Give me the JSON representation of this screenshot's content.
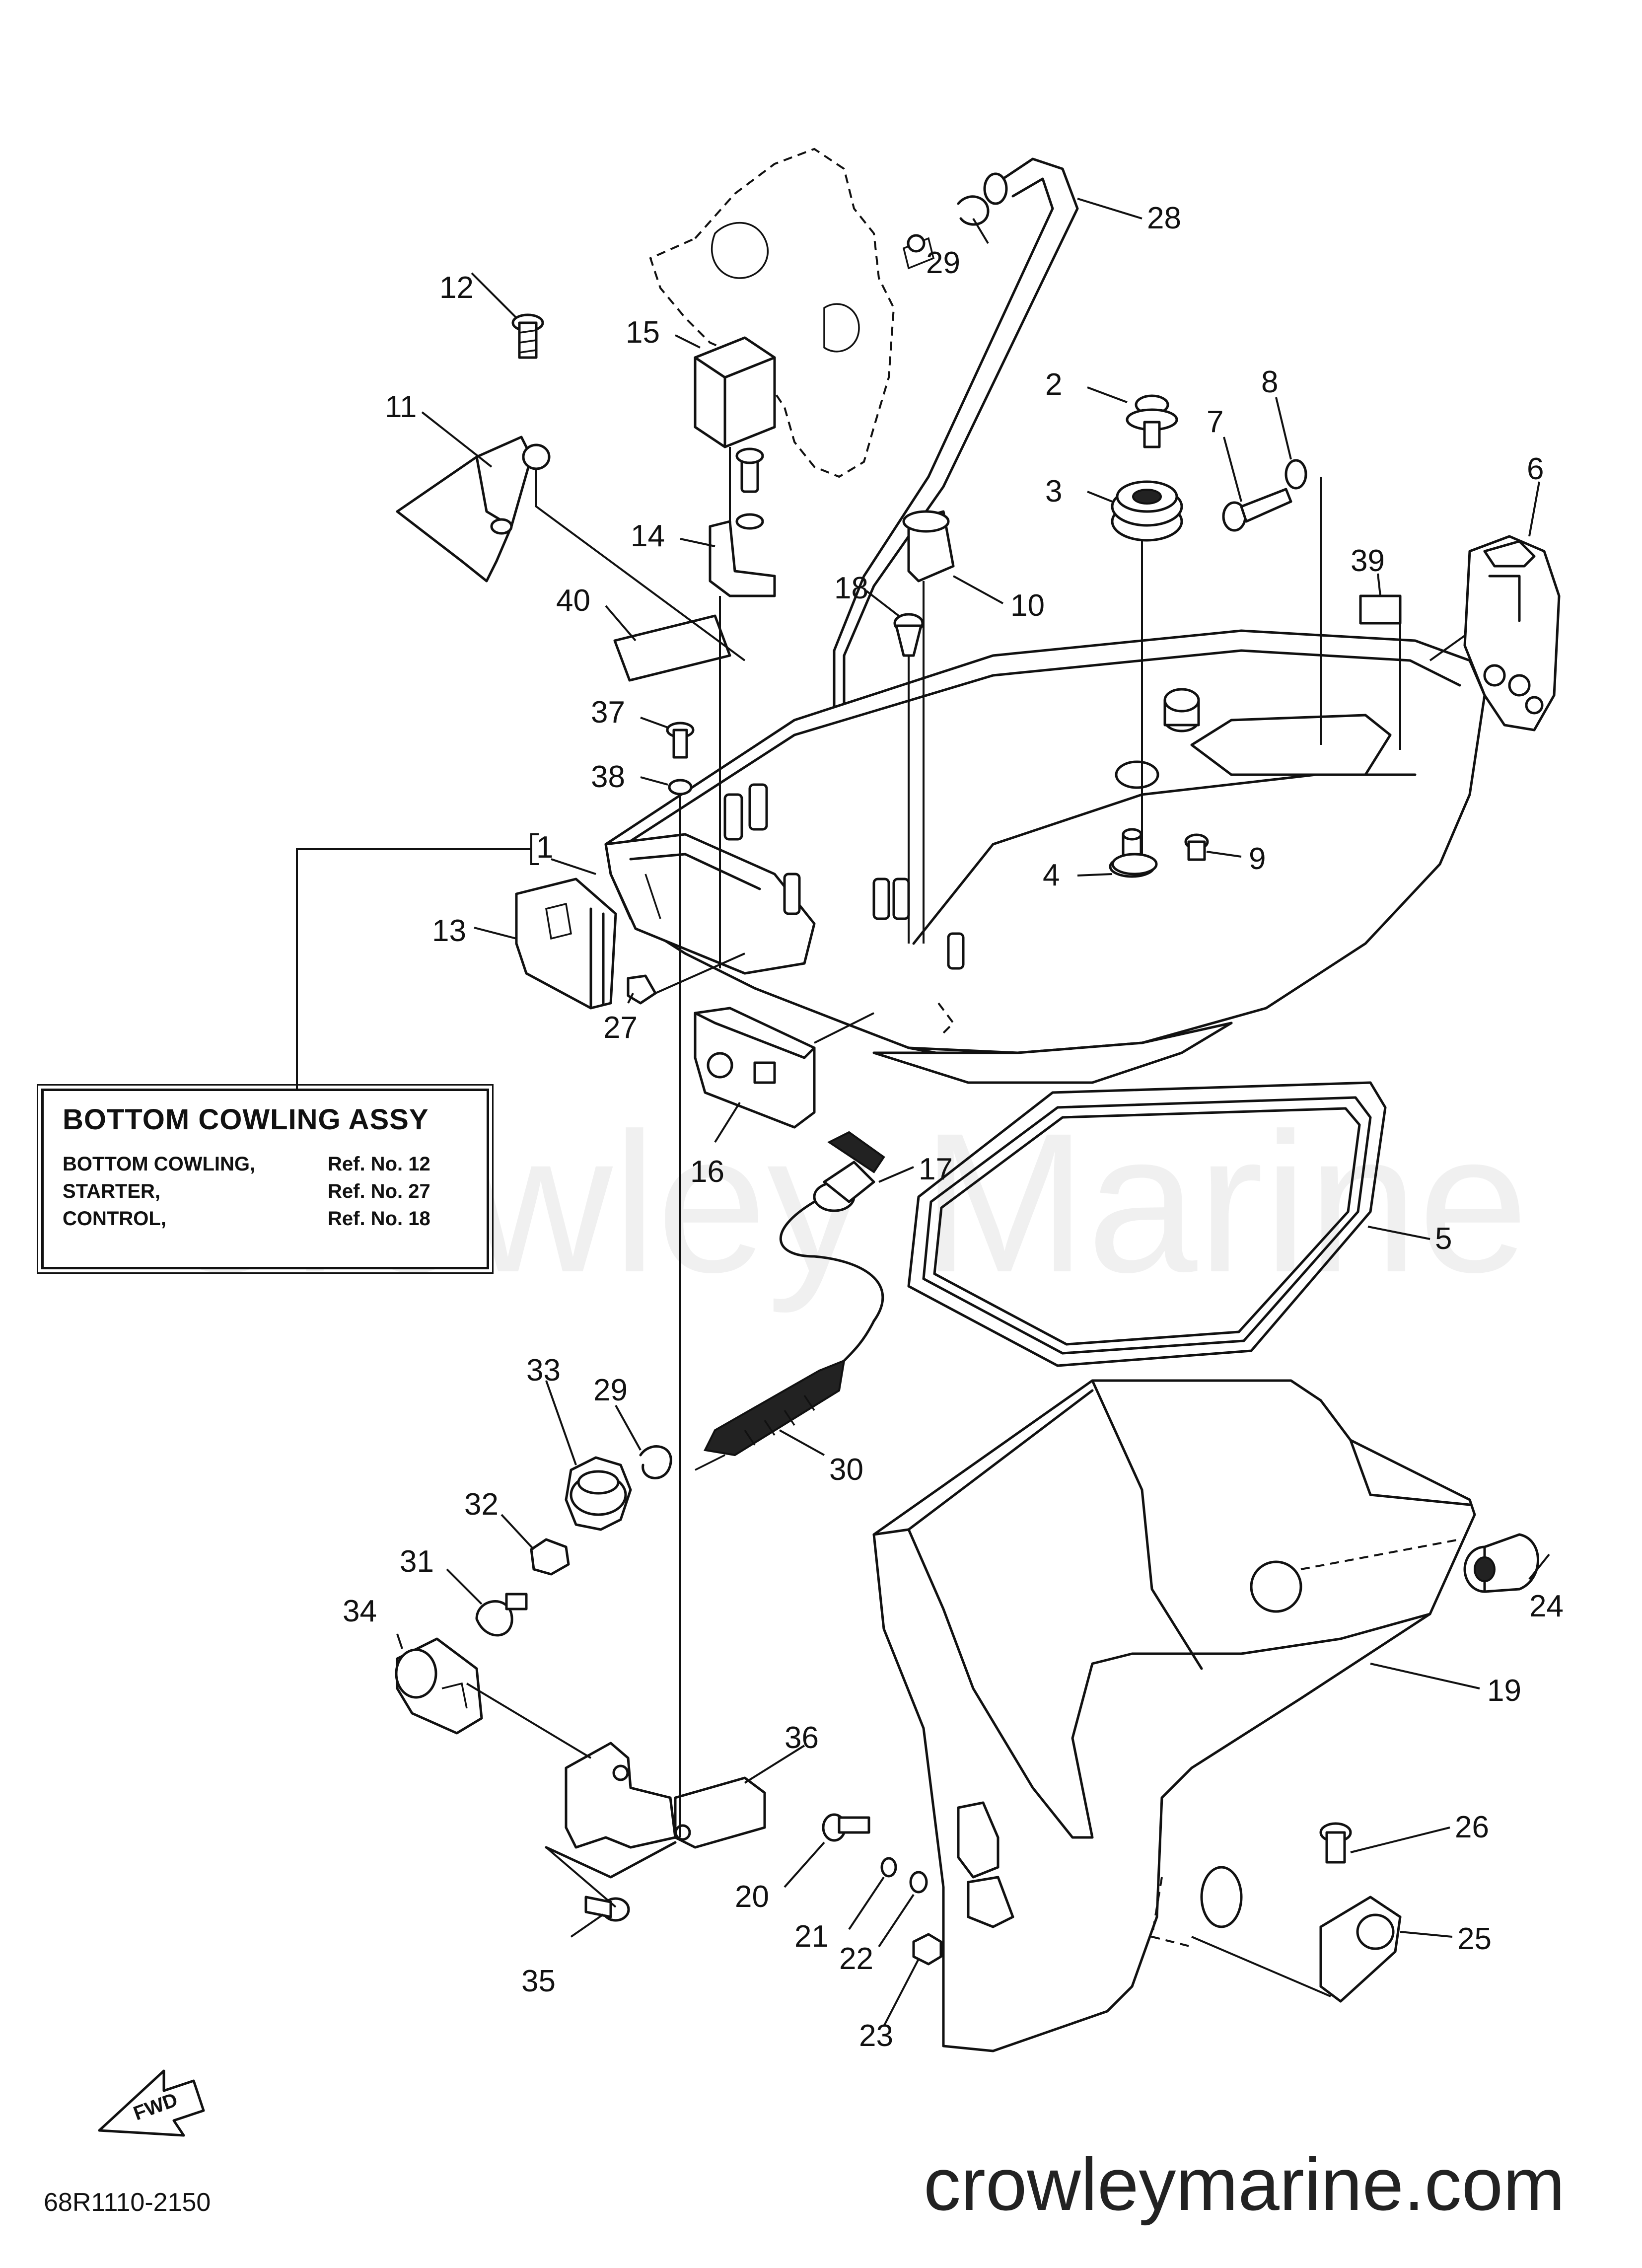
{
  "watermark": "Crowley Marine",
  "site_url": "crowleymarine.com",
  "diagram_code": "68R1110-2150",
  "fwd_label": "FWD",
  "assy_box": {
    "title": "BOTTOM COWLING ASSY",
    "rows": [
      {
        "name": "BOTTOM COWLING,",
        "ref": "Ref. No. 12"
      },
      {
        "name": "STARTER,",
        "ref": "Ref. No. 27"
      },
      {
        "name": "CONTROL,",
        "ref": "Ref. No. 18"
      }
    ]
  },
  "callouts": {
    "c1": "1",
    "c2": "2",
    "c3": "3",
    "c4": "4",
    "c5": "5",
    "c6": "6",
    "c7": "7",
    "c8": "8",
    "c9": "9",
    "c10": "10",
    "c11": "11",
    "c12": "12",
    "c13": "13",
    "c14": "14",
    "c15": "15",
    "c16": "16",
    "c17": "17",
    "c18": "18",
    "c19": "19",
    "c20": "20",
    "c21": "21",
    "c22": "22",
    "c23": "23",
    "c24": "24",
    "c25": "25",
    "c26": "26",
    "c27": "27",
    "c28": "28",
    "c29a": "29",
    "c29b": "29",
    "c30": "30",
    "c31": "31",
    "c32": "32",
    "c33": "33",
    "c34": "34",
    "c35": "35",
    "c36": "36",
    "c37": "37",
    "c38": "38",
    "c39": "39",
    "c40": "40"
  }
}
